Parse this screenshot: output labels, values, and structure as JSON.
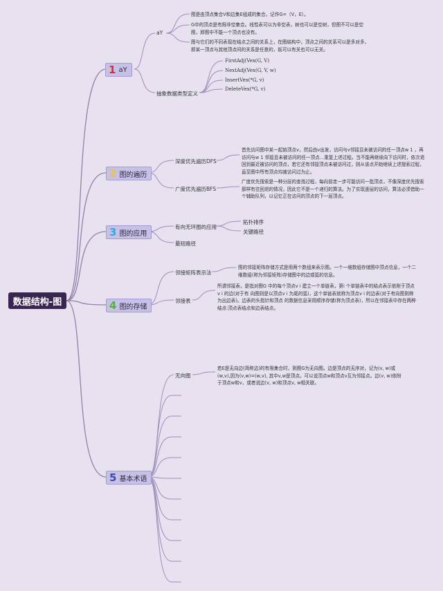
{
  "root": {
    "label": "数据结构-图"
  },
  "branches": [
    {
      "num": "1",
      "num_color": "#e0263a",
      "label": "aY",
      "subs": [
        {
          "label": "aY",
          "texts": [
            "图是由顶点集合V和边集E组成的集合，记作G=（V，E）。",
            "G中的顶点是有限非空集合。线性表可以为非空表，树也可以是空树，但图不可以是空图，即图中不能一个顶点也没有。",
            "图与它们的不同表现在结点之间的关系上，在图结构中，顶点之间的关系可以是多对多，即某一顶点与其他顶点间的关系是任意的，既可以有关也可以无关。"
          ]
        },
        {
          "label": "抽象数据类型定义",
          "items": [
            "FirstAdj(Vex(G, V)",
            "NextAdj(Vex(G, V, w)",
            "InsertVex(*G, v)",
            "DeleteVex(*G, v)"
          ]
        }
      ]
    },
    {
      "num": "2",
      "num_color": "#f2c23c",
      "label": "图的遍历",
      "subs": [
        {
          "label": "深度优先遍历DFS",
          "text": "首先访问图中某一起始顶点v，然后由v出发，访问与v邻接且未被访问的任一顶点w 1 ，再访问与w 1 邻接且未被访问的任一顶点…重复上述过程。当不能再继续向下访问时，依次退回到最近被访问的顶点，若它还有邻接顶点未被访问过，则从该点开始继续上述搜索过程，直至图中所有顶点均被访问过为止。"
        },
        {
          "label": "广度优先遍历BFS",
          "text": "广度优先搜索是一种分层的查找过程，每向前走一步可能访问一批顶点，不像深度优先搜索那样有往回退的情况，因此它不是一个递归的算法。为了实现逐层的访问，算法必须借助一个辅助队列，以记忆正在访问的顶点的下一层顶点。"
        }
      ]
    },
    {
      "num": "3",
      "num_color": "#34a7e0",
      "label": "图的应用",
      "subs": [
        {
          "label": "有向无环图的应用",
          "items": [
            "拓扑排序",
            "关键路径"
          ]
        },
        {
          "label": "最短路径"
        }
      ]
    },
    {
      "num": "4",
      "num_color": "#4fb43a",
      "label": "图的存储",
      "subs": [
        {
          "label": "邻接矩阵表示法",
          "text": "图的邻接矩阵存储方式是用两个数组来表示图。一个一维数组存储图中顶点信息，一个二维数组(称为邻接矩阵)存储图中的边或弧的信息。"
        },
        {
          "label": "邻接表",
          "text": "所谓邻接表，是指对图G 中的每个顶点v i 建立一个单链表，第i 个单链表中的结点表示依附于顶点v i 的边(对于有 向图则是以顶点v i 为尾的弧)，这个单链表就称为顶点v i 的边表(对于有向图则称为出边表)。边表的头指针和顶点 的数据信息采用顺序存储(称为顶点表)，所以在邻接表中存在两种结点:顶点表结点和边表结点。"
        }
      ]
    },
    {
      "num": "5",
      "num_color": "#3a49b8",
      "label": "基本术语",
      "subs": [
        {
          "label": "无向图",
          "text": "若E是无向边(简称边)的有限集合时，则图G为无向图。边是顶点的无序对，记为(v, w)或(w,v),因为(v,w)=(w,v), 其中v,w是顶点。可以说顶点w和顶点v互为邻接点。边(v, w)依附于顶点w和v，或者说边(v, w)和顶点v, w相关联。"
        }
      ]
    }
  ]
}
